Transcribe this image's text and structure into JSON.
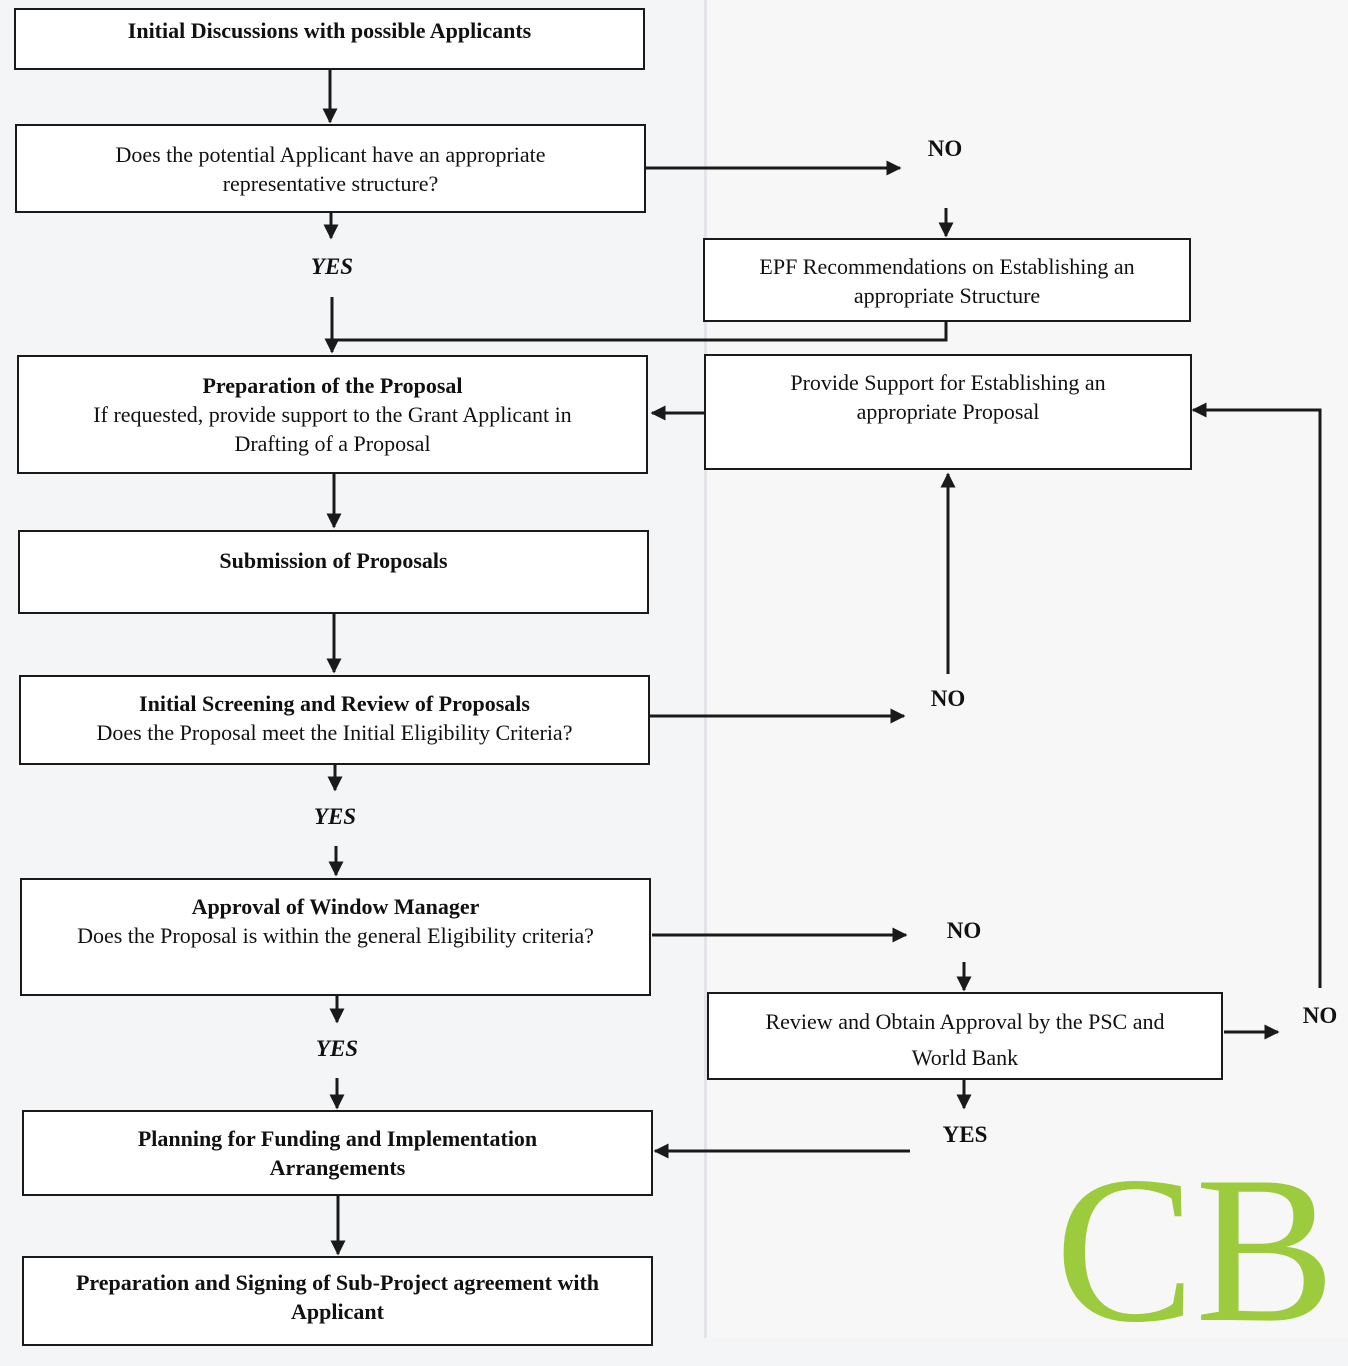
{
  "boxes": {
    "initial_discussions": {
      "title": "Initial Discussions with possible Applicants"
    },
    "representative_structure": {
      "text": "Does the potential Applicant have an appropriate representative structure?"
    },
    "epf_recommendations": {
      "text": "EPF Recommendations on Establishing an appropriate Structure"
    },
    "preparation_proposal": {
      "title": "Preparation of the Proposal",
      "text": "If requested, provide support to the Grant Applicant in Drafting of a Proposal"
    },
    "provide_support": {
      "text": "Provide Support for Establishing an appropriate Proposal"
    },
    "submission": {
      "title": "Submission of Proposals"
    },
    "initial_screening": {
      "title": "Initial Screening and Review of Proposals",
      "text": "Does the Proposal meet the Initial Eligibility Criteria?"
    },
    "approval_window_manager": {
      "title": "Approval of Window Manager",
      "text": "Does the Proposal is within the general Eligibility criteria?"
    },
    "psc_review": {
      "text": "Review and Obtain Approval by the  PSC  and World Bank"
    },
    "planning_funding": {
      "title": "Planning for Funding and Implementation Arrangements"
    },
    "signing_agreement": {
      "title": "Preparation and Signing of Sub-Project agreement with Applicant"
    }
  },
  "labels": {
    "yes": "YES",
    "no": "NO"
  },
  "logo": {
    "text": "CB",
    "color": "#9ccc3d"
  },
  "colors": {
    "line": "#1a1a1a",
    "box_fill": "#ffffff"
  }
}
